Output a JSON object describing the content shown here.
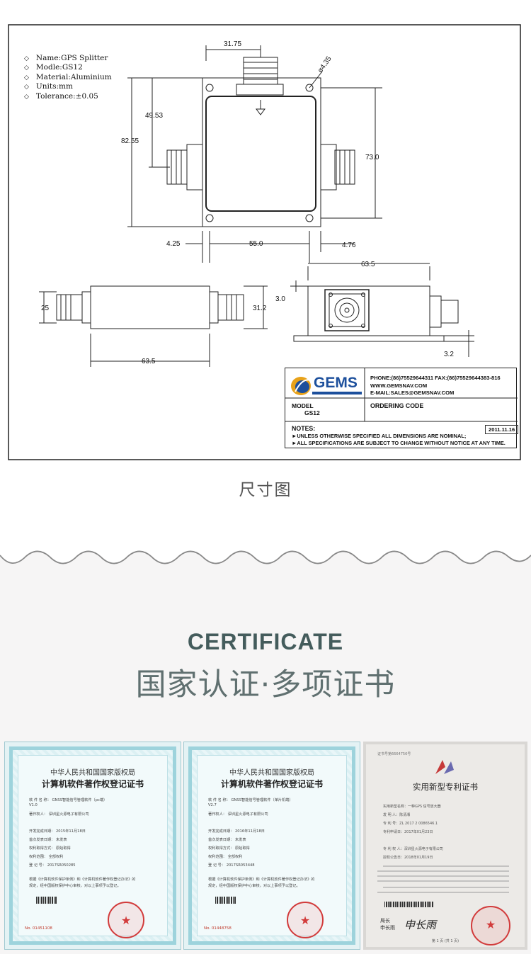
{
  "drawing": {
    "spec_lines": [
      "Name:GPS Splitter",
      "Modle:GS12",
      "Material:Aluminium",
      "Units:mm",
      "Tolerance:±0.05"
    ],
    "dims": {
      "top_width": "31.75",
      "hole": "ø4.35",
      "d49": "49.53",
      "d82": "82.55",
      "d73": "73.0",
      "d425": "4.25",
      "d55": "55.0",
      "d476": "4.76",
      "d635a": "63.5",
      "d25": "25",
      "d312": "31.2",
      "d635b": "63.5",
      "d30": "3.0",
      "d32": "3.2"
    },
    "title_block": {
      "logo_text": "GEMS",
      "contact_lines": [
        "PHONE:(86)75529644311  FAX:(86)75529644383-816",
        "WWW.GEMSNAV.COM",
        "E-MAIL:SALES@GEMSNAV.COM"
      ],
      "model_label": "MODEL",
      "model_value": "GS12",
      "ordering_code": "ORDERING CODE",
      "notes_label": "NOTES:",
      "date": "2011.11.16",
      "note1": "►UNLESS OTHERWISE SPECIFIED ALL DIMENSIONS ARE NOMINAL;",
      "note2": "►ALL SPECIFICATIONS ARE SUBJECT TO CHANGE WITHOUT NOTICE AT ANY TIME."
    }
  },
  "caption": "尺寸图",
  "certificate_section": {
    "title": "CERTIFICATE",
    "subtitle": "国家认证·多项证书"
  },
  "certs": [
    {
      "h1": "中华人民共和国国家版权局",
      "h2": "计算机软件著作权登记证书",
      "lines": [
        "软 件 名 称：  GNSS智能信号管理软件（pc端）",
        "                 V1.0",
        "著作权人：  深圳星火源电子有限公司",
        "开发完成日期：  2015年11月18日",
        "首次发表日期：  未发表",
        "权利取得方式：  原始取得",
        "权利范围：  全部权利",
        "登 记 号：  2017SR050285"
      ],
      "foot": [
        "根据《计算机软件保护条例》和《计算机软件著作权登记办法》的",
        "规定，经中国版权保护中心审核，对以上事项予以登记。"
      ],
      "no": "No. 01451108"
    },
    {
      "h1": "中华人民共和国国家版权局",
      "h2": "计算机软件著作权登记证书",
      "lines": [
        "软 件 名 称：  GNSS智能信号管理软件（单片机端）",
        "                 V2.7",
        "著作权人：  深圳星火源电子有限公司",
        "开发完成日期：  2016年11月18日",
        "首次发表日期：  未发表",
        "权利取得方式：  原始取得",
        "权利范围：  全部权利",
        "登 记 号：  2017SR053448"
      ],
      "foot": [
        "根据《计算机软件保护条例》和《计算机软件著作权登记办法》的",
        "规定，经中国版权保护中心审核，对以上事项予以登记。"
      ],
      "no": "No. 01448758"
    },
    {
      "hdr": "证书号第6664756号",
      "h": "实用新型专利证书",
      "lines": [
        "实用新型名称：一种GPS 信号放大器",
        "发 明 人：陈清湘",
        "专 利 号：ZL 2017 2 0086546.1",
        "专利申请日：2017年01月23日",
        "专 利 权 人：深圳星火源电子有限公司",
        "授权公告日：2018年01月19日"
      ],
      "sig_label": "局长",
      "sig_label2": "申长雨",
      "sig": "申长雨",
      "foot": "第 1 页 (共 1 页)"
    }
  ]
}
